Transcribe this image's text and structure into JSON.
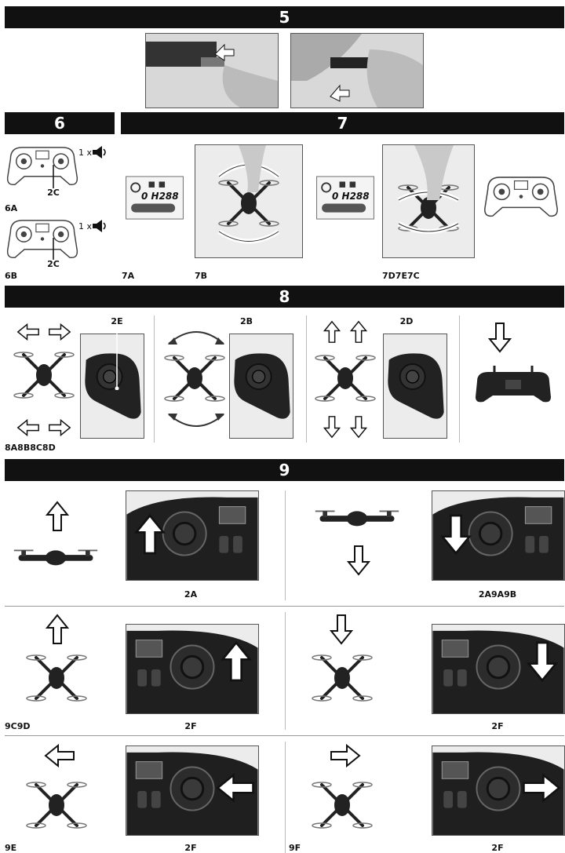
{
  "sections": {
    "s5": "5",
    "s6": "6",
    "s7": "7",
    "s8": "8",
    "s9": "9"
  },
  "labels": {
    "l6a_2c": "2C",
    "l6a": "6A",
    "l6a_1x": "1 x",
    "l6b_2c": "2C",
    "l6b": "6B",
    "l6b_1x": "1 x",
    "l7a": "7A",
    "l7b": "7B",
    "l7d": "7D7E7C",
    "lcd1": "0 H288",
    "lcd2": "0 H288",
    "l2e": "2E",
    "l2b": "2B",
    "l2d": "2D",
    "l8": "8A8B8C8D",
    "l9_2a_1": "2A",
    "l9_2a_2": "2A9A9B",
    "l9c": "9C9D",
    "l9_2f_1": "2F",
    "l9_2f_2": "2F",
    "l9e": "9E",
    "l9_2f_3": "2F",
    "l9f": "9F",
    "l9_2f_4": "2F"
  },
  "colors": {
    "bar": "#111111",
    "photo": "#d8d8d8",
    "line": "#999999"
  }
}
